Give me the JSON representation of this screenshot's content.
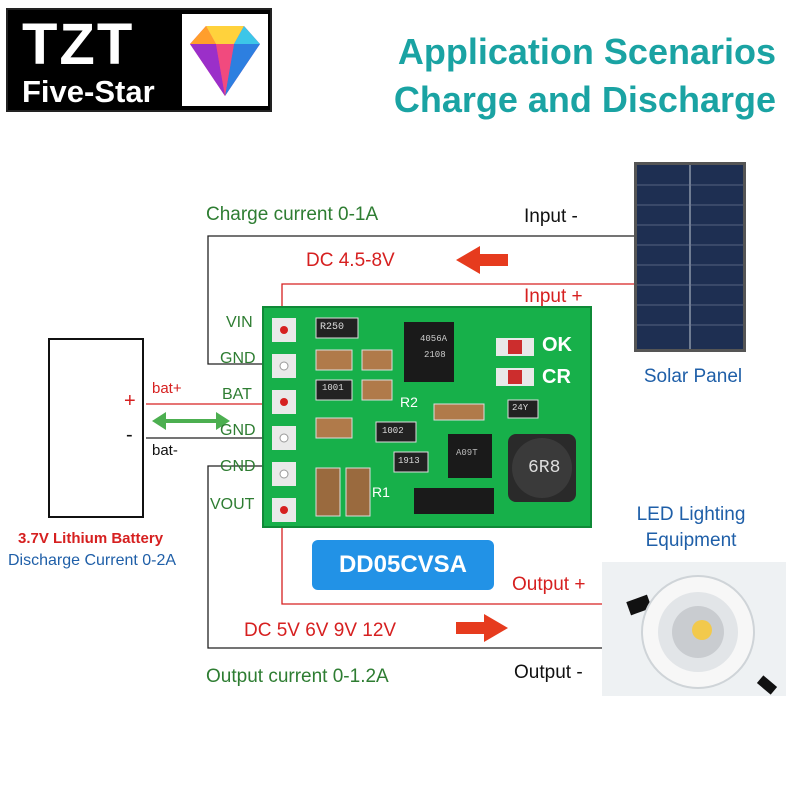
{
  "logo": {
    "brand": "TZT",
    "tagline": "Five-Star"
  },
  "title": {
    "line1": "Application Scenarios",
    "line2": "Charge and Discharge"
  },
  "charge": {
    "current_label": "Charge current 0-1A",
    "voltage_label": "DC 4.5-8V",
    "input_neg": "Input -",
    "input_pos": "Input +"
  },
  "solar": {
    "label": "Solar Panel"
  },
  "pins": {
    "vin": "VIN",
    "gnd1": "GND",
    "bat": "BAT",
    "gnd2": "GND",
    "gnd3": "GND",
    "vout": "VOUT"
  },
  "battery": {
    "plus": "+",
    "minus": "-",
    "bat_plus": "bat+",
    "bat_minus": "bat-",
    "name": "3.7V Lithium Battery",
    "discharge": "Discharge Current 0-2A"
  },
  "module": {
    "model": "DD05CVSA",
    "silkscreen": {
      "r2": "R2",
      "r1": "R1",
      "ok": "OK",
      "cr": "CR",
      "r250": "R250",
      "chip": "4056A",
      "chip_code": "2108",
      "r1001": "1001",
      "r1002": "1002",
      "r1913": "1913",
      "inductor": "6R8",
      "cap": "24Y",
      "mosfet": "A09T"
    }
  },
  "discharge": {
    "voltage_label": "DC 5V 6V 9V 12V",
    "current_label": "Output current 0-1.2A",
    "output_pos": "Output +",
    "output_neg": "Output -"
  },
  "led": {
    "label_line1": "LED Lighting",
    "label_line2": "Equipment"
  },
  "colors": {
    "title": "#1aa3a3",
    "pin_label": "#2e7d32",
    "warning": "#d62020",
    "info": "#1f5fa8",
    "pcb": "#17b04a",
    "badge": "#2292e6"
  }
}
